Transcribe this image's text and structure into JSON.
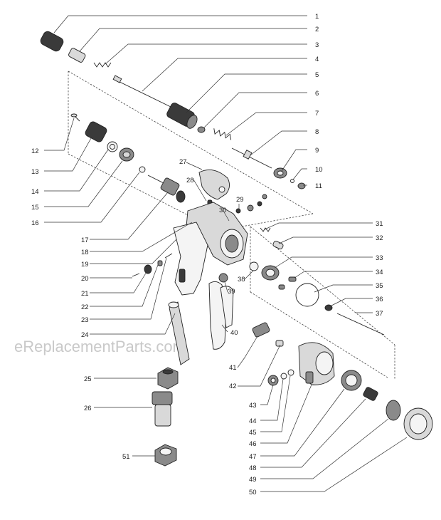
{
  "watermark": "eReplacementParts.com",
  "callouts": {
    "c1": "1",
    "c2": "2",
    "c3": "3",
    "c4": "4",
    "c5": "5",
    "c6": "6",
    "c7": "7",
    "c8": "8",
    "c9": "9",
    "c10": "10",
    "c11": "11",
    "c12": "12",
    "c13": "13",
    "c14": "14",
    "c15": "15",
    "c16": "16",
    "c17": "17",
    "c18": "18",
    "c19": "19",
    "c20": "20",
    "c21": "21",
    "c22": "22",
    "c23": "23",
    "c24": "24",
    "c25": "25",
    "c26": "26",
    "c27": "27",
    "c28": "28",
    "c29": "29",
    "c30": "30",
    "c31": "31",
    "c32": "32",
    "c33": "33",
    "c34": "34",
    "c35": "35",
    "c36": "36",
    "c37": "37",
    "c38": "38",
    "c39": "39",
    "c40": "40",
    "c41": "41",
    "c42": "42",
    "c43": "43",
    "c44": "44",
    "c45": "45",
    "c46": "46",
    "c47": "47",
    "c48": "48",
    "c49": "49",
    "c50": "50",
    "c51": "51"
  }
}
